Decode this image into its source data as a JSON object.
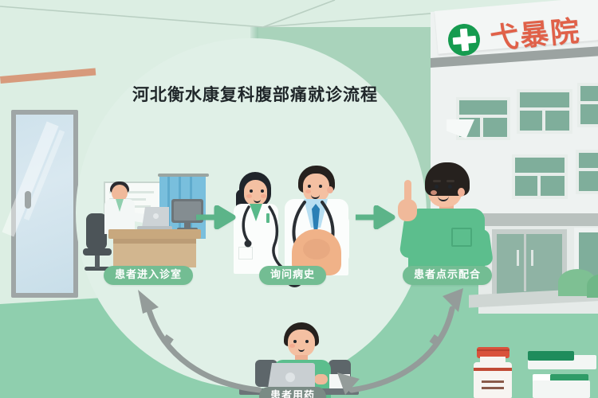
{
  "meta": {
    "title": "河北衡水康复科腹部痛就诊流程",
    "domain_type": "illustration-infographic"
  },
  "colors": {
    "wall_light": "#dceee3",
    "wall_green": "#a9d3bb",
    "floor_green": "#8fcfae",
    "circle_mint": "#e0f0e7",
    "pill_green": "#73bd93",
    "pill_dim": "#7a8b85",
    "arrow_green": "#5cb489",
    "arrow_gray": "#949c9a",
    "sign_red": "#e06149",
    "cross_green": "#159b4f",
    "title_text": "#20272a",
    "medicine_red": "#d9523c"
  },
  "hospital_sign": {
    "text": "弋暴院",
    "icon": "green-cross-icon"
  },
  "flow": {
    "steps": [
      {
        "id": "step-1",
        "label": "患者进入诊室",
        "scene": "doctor-at-desk-with-laptop-and-monitor"
      },
      {
        "id": "step-2",
        "label": "询问病史",
        "scene": "two-doctors-examining-patient-abdomen"
      },
      {
        "id": "step-3",
        "label": "患者点示配合",
        "scene": "patient-raising-index-finger"
      },
      {
        "id": "step-4",
        "label": "患者用药",
        "scene": "patient-at-laptop-desk"
      }
    ],
    "connectors": [
      {
        "id": "arrow-1",
        "type": "straight-right",
        "from": "step-1",
        "to": "step-2"
      },
      {
        "id": "arrow-2",
        "type": "straight-right",
        "from": "step-2",
        "to": "step-3"
      },
      {
        "id": "arrow-3",
        "type": "curved-down-left",
        "from": "step-3",
        "to": "step-4"
      },
      {
        "id": "arrow-4",
        "type": "curved-up-left",
        "from": "step-4",
        "to": "step-1"
      }
    ]
  },
  "scenery": {
    "door_left": "glass-door",
    "building": "hospital-building-white-with-teal-windows",
    "entrance": "double-door-entrance",
    "foliage": [
      "bush",
      "bush"
    ],
    "foreground_items": [
      "medicine-bottle",
      "medicine-box",
      "medicine-box"
    ]
  }
}
